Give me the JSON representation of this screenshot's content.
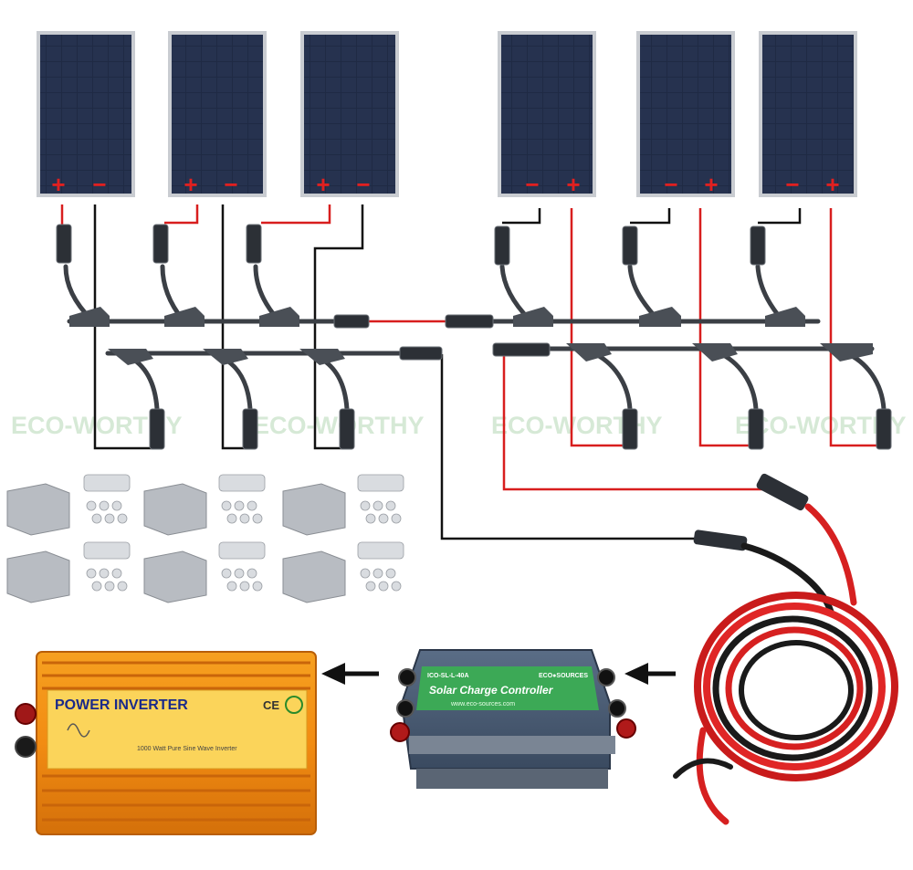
{
  "watermark": "ECO-WORTHY",
  "panel_polarity": {
    "left_group": [
      "+",
      "−"
    ],
    "right_group": [
      "−",
      "+"
    ]
  },
  "inverter": {
    "title": "POWER INVERTER",
    "subtitle": "1000 Watt Pure Sine Wave Inverter",
    "mark_ce": "CE"
  },
  "controller": {
    "model": "ICO-SL-L-40A",
    "title": "Solar Charge Controller",
    "brand": "ECO●SOURCES",
    "website": "www.eco-sources.com"
  },
  "colors": {
    "positive_wire": "#d81e1e",
    "negative_wire": "#111111",
    "panel_cell": "#1b2338",
    "panel_frame": "#c9ccd1",
    "inverter_body": "#f08a10",
    "controller_label": "#2aa24a"
  }
}
